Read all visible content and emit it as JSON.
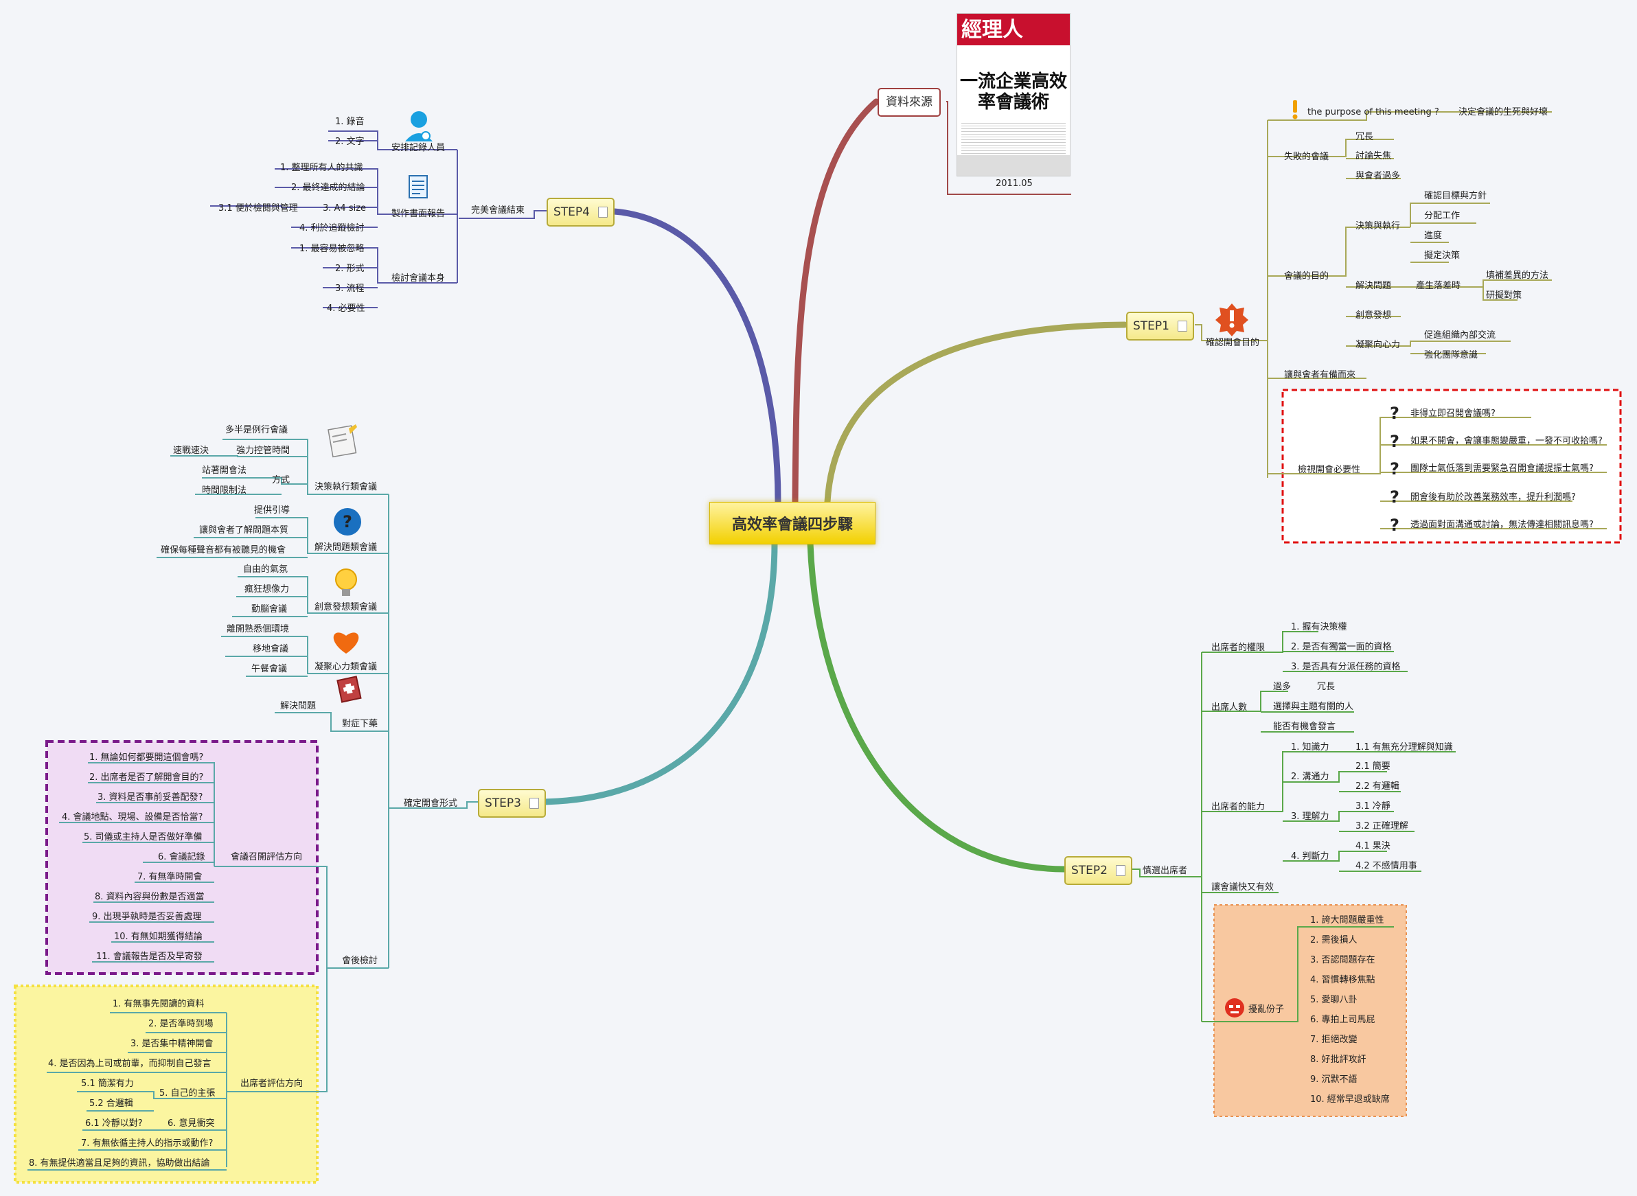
{
  "center": "高效率會議四步驟",
  "source": {
    "label": "資料來源",
    "date": "2011.05",
    "book_title": "經理人",
    "book_headline": "一流企業高效率會議術"
  },
  "steps": {
    "s1": "STEP1",
    "s2": "STEP2",
    "s3": "STEP3",
    "s4": "STEP4"
  },
  "colors": {
    "step1": "#a8a858",
    "step2": "#5aa84a",
    "step3": "#5aa8a8",
    "step4": "#5858a8",
    "source": "#a04848"
  },
  "step1": {
    "root": "確認開會目的",
    "groups": [
      {
        "label": "the purpose of this meeting ?",
        "child": "決定會議的生死與好壞"
      },
      {
        "label": "失敗的會議",
        "children": [
          "冗長",
          "討論失焦",
          "與會者過多"
        ]
      },
      {
        "label": "會議的目的",
        "children": [
          {
            "label": "決策與執行",
            "children": [
              "確認目標與方針",
              "分配工作",
              "進度",
              "擬定決策"
            ]
          },
          {
            "label": "解決問題",
            "child": "產生落差時",
            "grand": [
              "填補差異的方法",
              "研擬對策"
            ]
          },
          {
            "label": "創意發想"
          },
          {
            "label": "凝聚向心力",
            "children": [
              "促進組織內部交流",
              "強化團隊意識"
            ]
          }
        ]
      },
      {
        "label": "讓與會者有備而來"
      },
      {
        "label": "檢視開會必要性",
        "children": [
          "非得立即召開會議嗎?",
          "如果不開會，會讓事態變嚴重，一發不可收拾嗎?",
          "團隊士氣低落到需要緊急召開會議提振士氣嗎?",
          "開會後有助於改善業務效率，提升利潤嗎?",
          "透過面對面溝通或討論，無法傳達相關訊息嗎?"
        ]
      }
    ]
  },
  "step2": {
    "root": "慎選出席者",
    "groups": [
      {
        "label": "出席者的權限",
        "children": [
          "1. 握有決策權",
          "2. 是否有獨當一面的資格",
          "3. 是否具有分派任務的資格"
        ]
      },
      {
        "label": "出席人數",
        "children": [
          "過多",
          "冗長",
          "選擇與主題有關的人",
          "能否有機會發言"
        ]
      },
      {
        "label": "出席者的能力",
        "children": [
          {
            "label": "1. 知識力",
            "children": [
              "1.1 有無充分理解與知識"
            ]
          },
          {
            "label": "2. 溝通力",
            "children": [
              "2.1 簡要",
              "2.2 有邏輯"
            ]
          },
          {
            "label": "3. 理解力",
            "children": [
              "3.1 冷靜",
              "3.2 正確理解"
            ]
          },
          {
            "label": "4. 判斷力",
            "children": [
              "4.1 果決",
              "4.2 不感情用事"
            ]
          }
        ]
      },
      {
        "label": "讓會議快又有效"
      },
      {
        "label": "擾亂份子",
        "children": [
          "1. 誇大問題嚴重性",
          "2. 需後損人",
          "3. 否認問題存在",
          "4. 習慣轉移焦點",
          "5. 愛聊八卦",
          "6. 專拍上司馬屁",
          "7. 拒絕改變",
          "8. 好批評攻訐",
          "9. 沉默不語",
          "10. 經常早退或缺席"
        ]
      }
    ]
  },
  "step3": {
    "root": "確定開會形式",
    "groups": [
      {
        "label": "決策執行類會議",
        "children": [
          "多半是例行會議",
          "速戰速決",
          "強力控管時間",
          "站著開會法",
          "方式",
          "時間限制法"
        ]
      },
      {
        "label": "解決問題類會議",
        "children": [
          "提供引導",
          "讓與會者了解問題本質",
          "確保每種聲音都有被聽見的機會"
        ]
      },
      {
        "label": "創意發想類會議",
        "children": [
          "自由的氣氛",
          "瘋狂想像力",
          "動腦會議"
        ]
      },
      {
        "label": "凝聚心力類會議",
        "children": [
          "離開熟悉個環境",
          "移地會議",
          "午餐會議"
        ]
      },
      {
        "label": "對症下藥",
        "children": [
          "解決問題"
        ]
      },
      {
        "label": "會後檢討",
        "children": [
          {
            "label": "會議召開評估方向",
            "children": [
              "1. 無論如何都要開這個會嗎?",
              "2. 出席者是否了解開會目的?",
              "3. 資料是否事前妥善配發?",
              "4. 會議地點、現場、設備是否恰當?",
              "5. 司儀或主持人是否做好準備",
              "6. 會議記錄",
              "7. 有無準時開會",
              "8. 資料內容與份數是否適當",
              "9. 出現爭執時是否妥善處理",
              "10. 有無如期獲得結論",
              "11. 會議報告是否及早寄發"
            ]
          },
          {
            "label": "出席者評估方向",
            "children": [
              "1. 有無事先閱讀的資料",
              "2. 是否準時到場",
              "3. 是否集中精神開會",
              "4. 是否因為上司或前輩，而抑制自己發言",
              "5. 自己的主張",
              "5.1 簡潔有力",
              "5.2 合邏輯",
              "6. 意見衝突",
              "6.1 冷靜以對?",
              "7. 有無依循主持人的指示或動作?",
              "8. 有無提供適當且足夠的資訊，協助做出結論"
            ]
          }
        ]
      }
    ]
  },
  "step4": {
    "root": "完美會議結束",
    "groups": [
      {
        "label": "安排記錄人員",
        "children": [
          "1. 錄音",
          "2. 文字"
        ]
      },
      {
        "label": "製作書面報告",
        "children": [
          "1. 整理所有人的共識",
          "2. 最終達成的結論",
          "3. A4 size",
          "3.1 便於檢閱與管理",
          "4. 利於追蹤檢討"
        ]
      },
      {
        "label": "檢討會議本身",
        "children": [
          "1. 最容易被忽略",
          "2. 形式",
          "3. 流程",
          "4. 必要性"
        ]
      }
    ]
  }
}
